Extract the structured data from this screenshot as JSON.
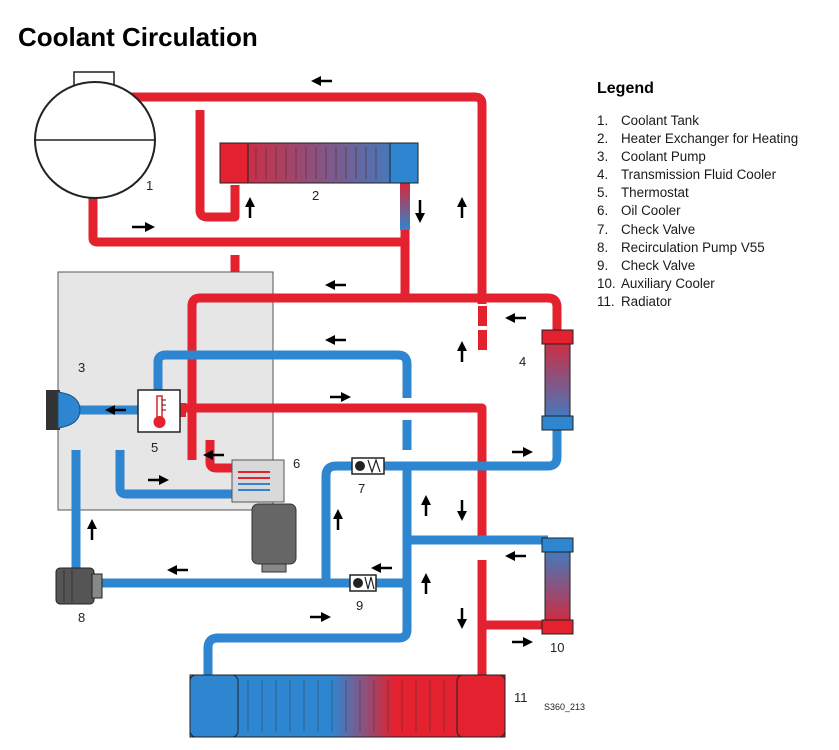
{
  "title": "Coolant Circulation",
  "legend": {
    "heading": "Legend",
    "items": [
      {
        "num": "1.",
        "label": "Coolant Tank"
      },
      {
        "num": "2.",
        "label": "Heater Exchanger for Heating"
      },
      {
        "num": "3.",
        "label": "Coolant Pump"
      },
      {
        "num": "4.",
        "label": "Transmission Fluid Cooler"
      },
      {
        "num": "5.",
        "label": "Thermostat"
      },
      {
        "num": "6.",
        "label": "Oil Cooler"
      },
      {
        "num": "7.",
        "label": "Check Valve"
      },
      {
        "num": "8.",
        "label": "Recirculation Pump V55"
      },
      {
        "num": "9.",
        "label": "Check Valve"
      },
      {
        "num": "10.",
        "label": "Auxiliary Cooler"
      },
      {
        "num": "11.",
        "label": "Radiator"
      }
    ]
  },
  "callouts": {
    "c1": "1",
    "c2": "2",
    "c3": "3",
    "c4": "4",
    "c5": "5",
    "c6": "6",
    "c7": "7",
    "c8": "8",
    "c9": "9",
    "c10": "10",
    "c11": "11"
  },
  "figure_code": "S360_213",
  "colors": {
    "hot": "#e3212f",
    "cold": "#2e86d1",
    "block": "#e6e6e6",
    "tank": "#ffffff"
  }
}
